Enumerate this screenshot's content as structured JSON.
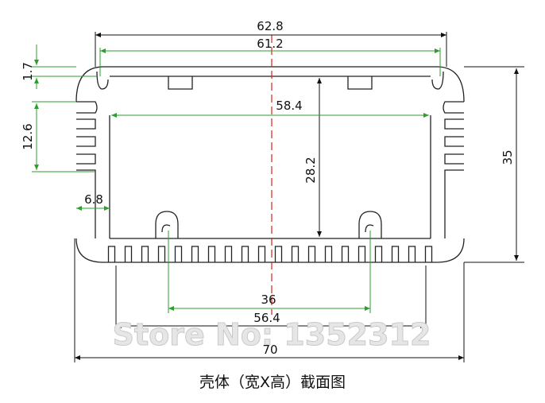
{
  "drawing": {
    "dimensions": {
      "outer_width_top": "62.8",
      "inner_width_top": "61.2",
      "cavity_width": "58.4",
      "cavity_height": "28.2",
      "outer_height": "35",
      "top_wall": "1.7",
      "side_fin_zone": "12.6",
      "wall_offset": "6.8",
      "slot_spacing": "36",
      "bottom_inner_width": "56.4",
      "overall_width": "70"
    },
    "watermark": "Store No: 1352312",
    "caption": "壳体（宽X高）截面图",
    "colors": {
      "outline": "#222222",
      "dimension_black": "#111111",
      "dimension_green": "#2e9e2e",
      "centerline": "#e0201a"
    }
  }
}
